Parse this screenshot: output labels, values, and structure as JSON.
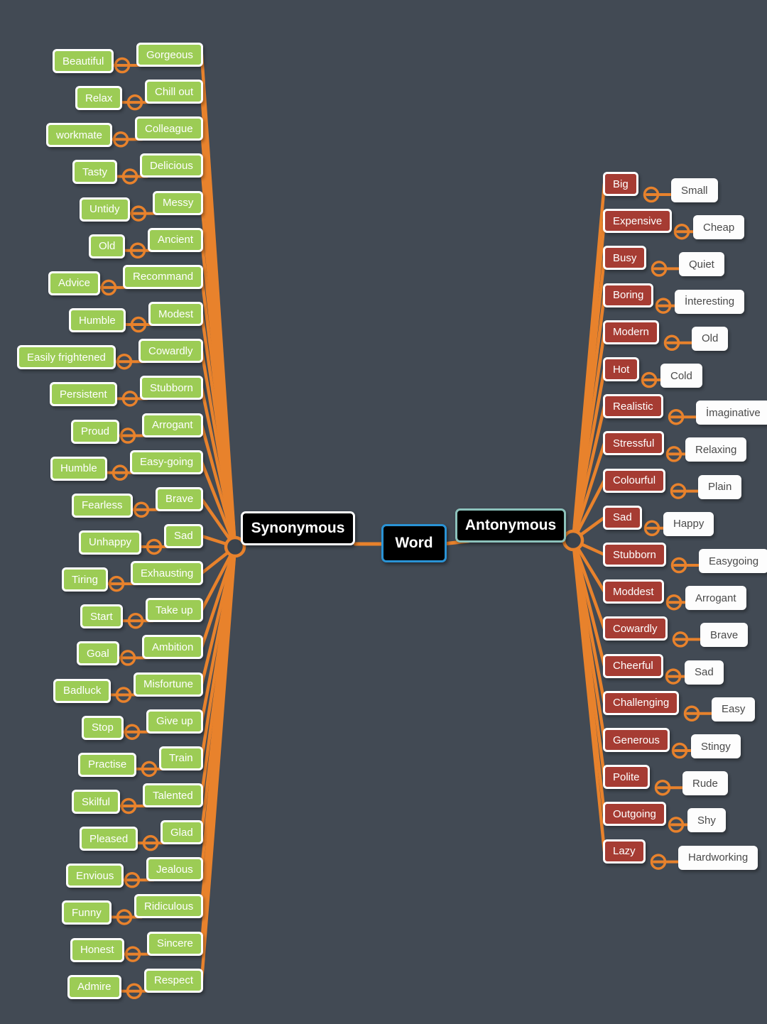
{
  "background_color": "#424a54",
  "accent_color": "#e8822c",
  "center": {
    "word": "Word",
    "synonymous": "Synonymous",
    "antonymous": "Antonymous",
    "word_border_color": "#2a93d5",
    "synonymous_border_color": "#ffffff",
    "antonymous_border_color": "#8cc2bb"
  },
  "synonyms": {
    "node_fill": "#9ccc55",
    "node_text": "#ffffff",
    "pairs": [
      {
        "outer": "Beautiful",
        "inner": "Gorgeous"
      },
      {
        "outer": "Relax",
        "inner": "Chill out"
      },
      {
        "outer": "workmate",
        "inner": "Colleague"
      },
      {
        "outer": "Tasty",
        "inner": "Delicious"
      },
      {
        "outer": "Untidy",
        "inner": "Messy"
      },
      {
        "outer": "Old",
        "inner": "Ancient"
      },
      {
        "outer": "Advice",
        "inner": "Recommand"
      },
      {
        "outer": "Humble",
        "inner": "Modest"
      },
      {
        "outer": "Easily frightened",
        "inner": "Cowardly"
      },
      {
        "outer": "Persistent",
        "inner": "Stubborn"
      },
      {
        "outer": "Proud",
        "inner": "Arrogant"
      },
      {
        "outer": "Humble",
        "inner": "Easy-going"
      },
      {
        "outer": "Fearless",
        "inner": "Brave"
      },
      {
        "outer": "Unhappy",
        "inner": "Sad"
      },
      {
        "outer": "Tiring",
        "inner": "Exhausting"
      },
      {
        "outer": "Start",
        "inner": "Take up"
      },
      {
        "outer": "Goal",
        "inner": "Ambition"
      },
      {
        "outer": "Badluck",
        "inner": "Misfortune"
      },
      {
        "outer": "Stop",
        "inner": "Give up"
      },
      {
        "outer": "Practise",
        "inner": "Train"
      },
      {
        "outer": "Skilful",
        "inner": "Talented"
      },
      {
        "outer": "Pleased",
        "inner": "Glad"
      },
      {
        "outer": "Envious",
        "inner": "Jealous"
      },
      {
        "outer": "Funny",
        "inner": "Ridiculous"
      },
      {
        "outer": "Honest",
        "inner": "Sincere"
      },
      {
        "outer": "Admire",
        "inner": "Respect"
      }
    ]
  },
  "antonyms": {
    "node_fill": "#a63c33",
    "node_text": "#ffffff",
    "opposite_fill": "#fdfdfd",
    "opposite_text": "#4a4a4a",
    "pairs": [
      {
        "inner": "Big",
        "outer": "Small"
      },
      {
        "inner": "Expensive",
        "outer": "Cheap"
      },
      {
        "inner": "Busy",
        "outer": "Quiet"
      },
      {
        "inner": "Boring",
        "outer": "İnteresting"
      },
      {
        "inner": "Modern",
        "outer": "Old"
      },
      {
        "inner": "Hot",
        "outer": "Cold"
      },
      {
        "inner": "Realistic",
        "outer": "İmaginative"
      },
      {
        "inner": "Stressful",
        "outer": "Relaxing"
      },
      {
        "inner": "Colourful",
        "outer": "Plain"
      },
      {
        "inner": "Sad",
        "outer": "Happy"
      },
      {
        "inner": "Stubborn",
        "outer": "Easygoing"
      },
      {
        "inner": "Moddest",
        "outer": "Arrogant"
      },
      {
        "inner": "Cowardly",
        "outer": "Brave"
      },
      {
        "inner": "Cheerful",
        "outer": "Sad"
      },
      {
        "inner": "Challenging",
        "outer": "Easy"
      },
      {
        "inner": "Generous",
        "outer": "Stingy"
      },
      {
        "inner": "Polite",
        "outer": "Rude"
      },
      {
        "inner": "Outgoing",
        "outer": "Shy"
      },
      {
        "inner": "Lazy",
        "outer": "Hardworking"
      }
    ]
  }
}
